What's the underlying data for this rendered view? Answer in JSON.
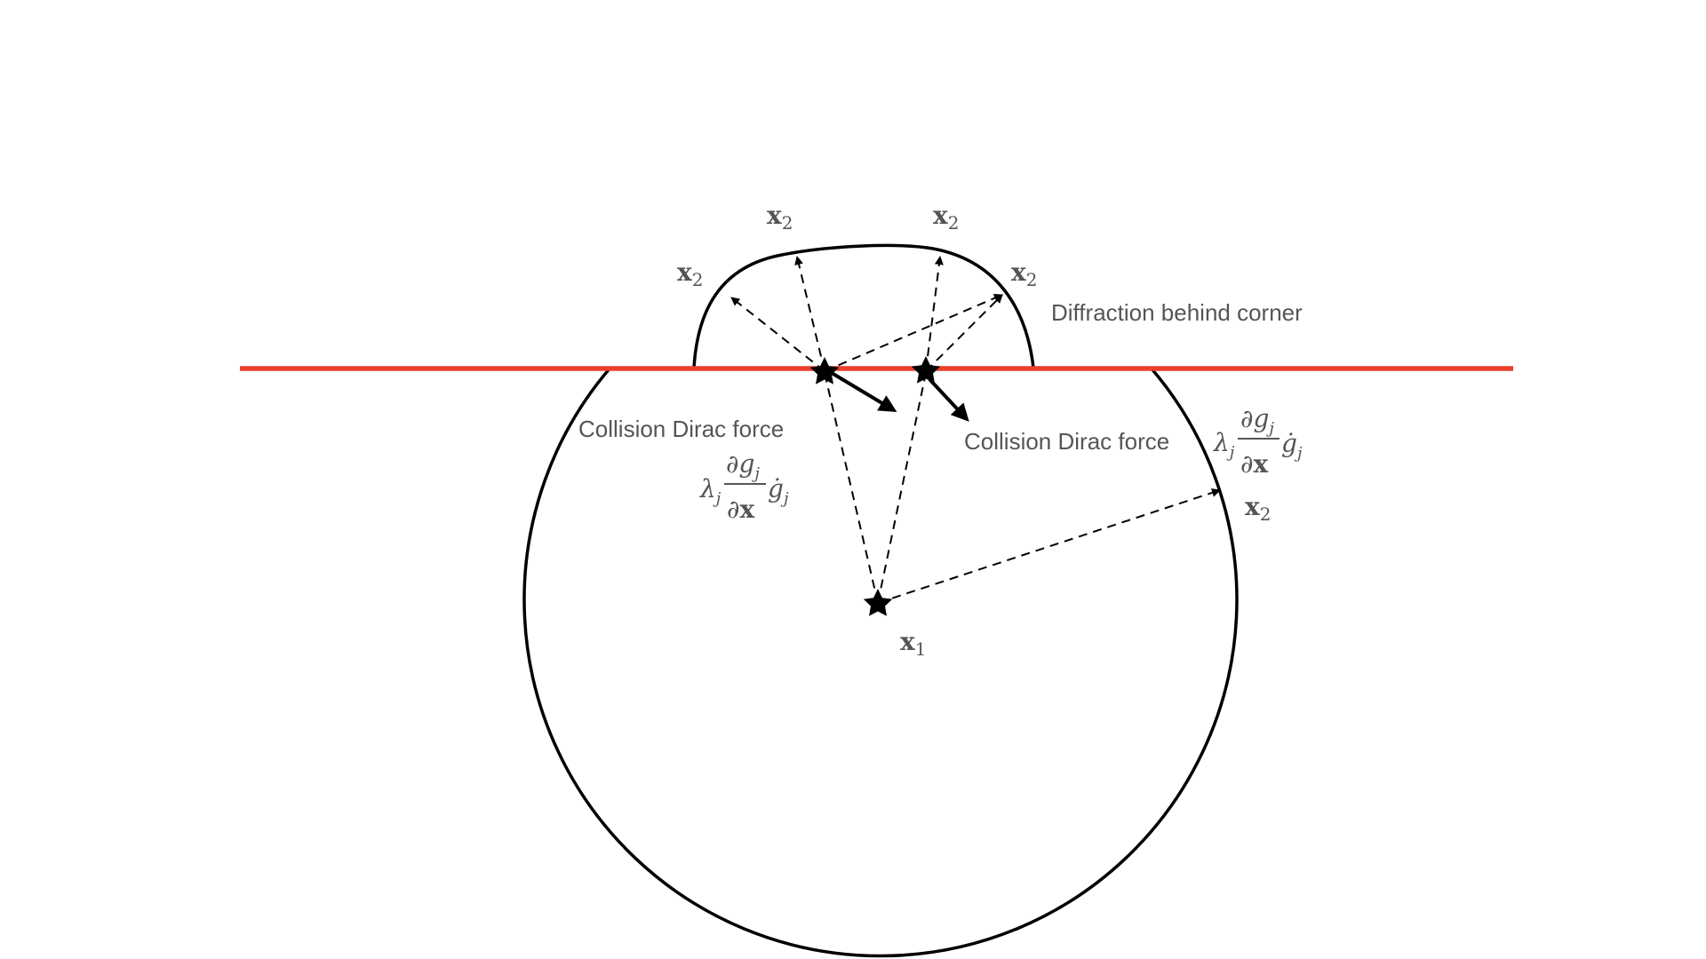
{
  "colors": {
    "wall": "#e8402b",
    "line": "#000000",
    "text": "#555555"
  },
  "labels": {
    "diffraction": "Diffraction behind corner",
    "collision_left": "Collision Dirac force",
    "collision_right": "Collision Dirac force"
  },
  "symbols": {
    "x": "x",
    "sub_2": "2",
    "sub_1": "1",
    "lambda": "λ",
    "j": "j",
    "partial": "∂",
    "g": "g",
    "gdot": "ġ"
  }
}
